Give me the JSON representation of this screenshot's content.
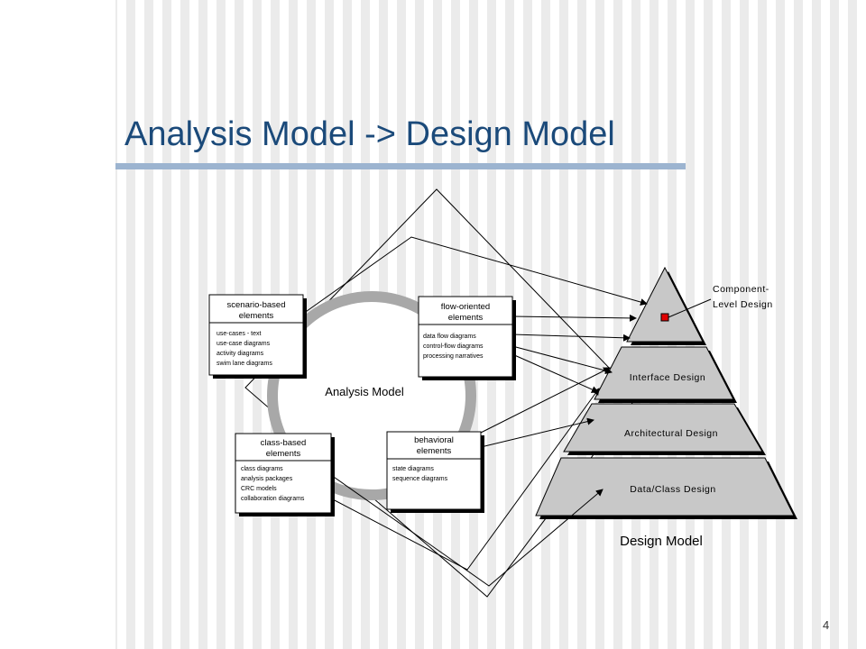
{
  "slide": {
    "title": "Analysis Model -> Design Model",
    "page_number": "4"
  },
  "analysis_model": {
    "label": "Analysis Model",
    "scenario": {
      "title1": "scenario-based",
      "title2": "elements",
      "items": [
        "use-cases - text",
        "use-case diagrams",
        "activity diagrams",
        "swim lane diagrams"
      ]
    },
    "flow": {
      "title1": "flow-oriented",
      "title2": "elements",
      "items": [
        "data flow diagrams",
        "control-flow diagrams",
        "processing narratives"
      ]
    },
    "class_based": {
      "title1": "class-based",
      "title2": "elements",
      "items": [
        "class diagrams",
        "analysis packages",
        "CRC models",
        "collaboration diagrams"
      ]
    },
    "behavioral": {
      "title1": "behavioral",
      "title2": "elements",
      "items": [
        "state diagrams",
        "sequence diagrams"
      ]
    }
  },
  "design_model": {
    "label": "Design Model",
    "component_line1": "Component-",
    "component_line2": "Level Design",
    "interface": "Interface Design",
    "architectural": "Architectural Design",
    "data_class": "Data/Class Design"
  },
  "colors": {
    "title": "#1b4a7a",
    "rule": "#9cb4d0",
    "pyramid_fill": "#c8c8c8",
    "component_marker": "#e00000"
  }
}
